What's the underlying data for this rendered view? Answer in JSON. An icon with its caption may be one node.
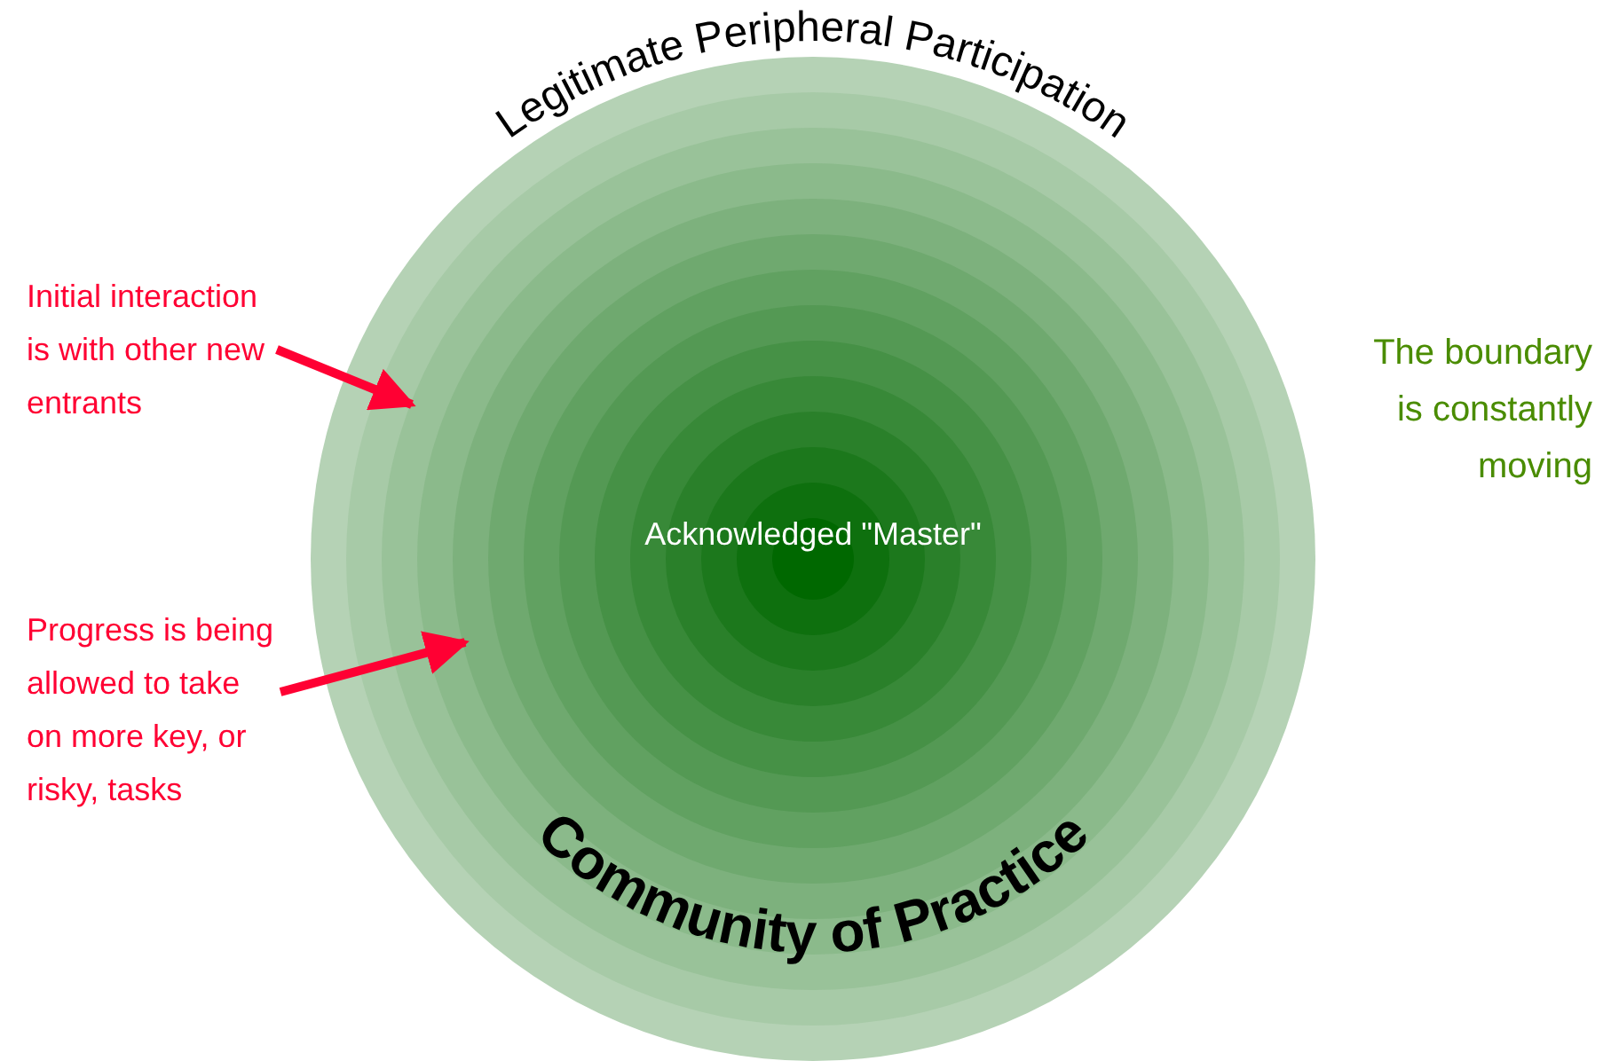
{
  "diagram": {
    "nodes": [
      {
        "text": [
          "Legitimate Peripheral Participation",
          "Community of Practice"
        ]
      },
      {
        "text": [
          "Acknowledged \"Master\""
        ],
        "in": 0
      },
      {
        "text": [
          "Initial interaction is with other new entrants"
        ]
      },
      {
        "text": [
          "Progress is being allowed to take on more key, or risky, tasks"
        ]
      }
    ],
    "edges": [
      {
        "from": 2,
        "to": 0,
        "arrow": "to"
      },
      {
        "from": 3,
        "to": 0,
        "arrow": "to"
      }
    ],
    "labels": [
      "The boundary is constantly moving"
    ]
  }
}
